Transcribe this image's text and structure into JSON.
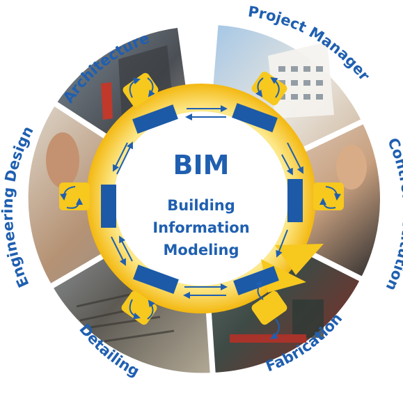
{
  "center": {
    "title": "BIM",
    "subtitle_lines": [
      "Building",
      "Information",
      "Modeling"
    ]
  },
  "segments": [
    {
      "label": "Architecture",
      "photo": "building-facade-photo"
    },
    {
      "label": "Project Manager",
      "photo": "apartment-block-photo"
    },
    {
      "label": "Control Institution",
      "photo": "hand-gesture-photo"
    },
    {
      "label": "Fabrication",
      "photo": "factory-worker-photo"
    },
    {
      "label": "Detailing",
      "photo": "rebar-construction-photo"
    },
    {
      "label": "Engineering Design",
      "photo": "drafting-hand-photo"
    }
  ],
  "colors": {
    "ring_yellow": "#f7c81e",
    "ring_yellow_light": "#fde88a",
    "accent_blue": "#1f5fb0",
    "block_blue": "#1c5aa8",
    "inner_white": "#ffffff"
  }
}
